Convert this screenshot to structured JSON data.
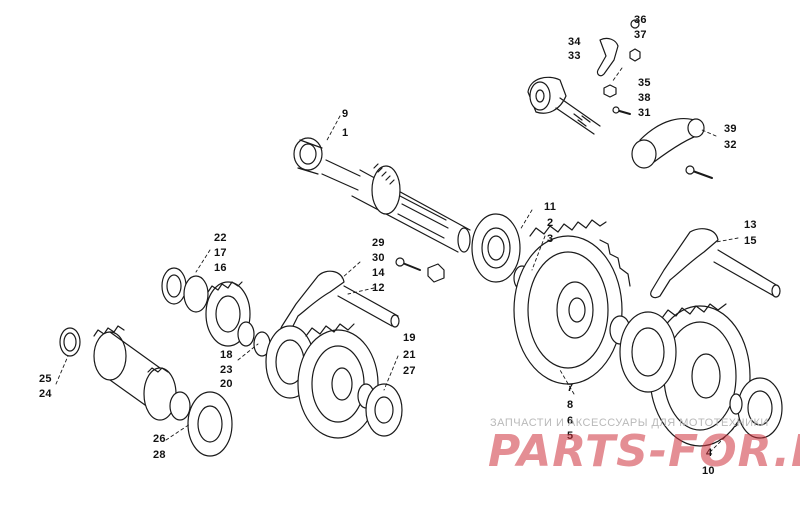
{
  "callouts": {
    "c36": "36",
    "c37": "37",
    "c34": "34",
    "c33": "33",
    "c35": "35",
    "c38": "38",
    "c31": "31",
    "c39": "39",
    "c32": "32",
    "c9": "9",
    "c1": "1",
    "c11": "11",
    "c2": "2",
    "c3": "3",
    "c13": "13",
    "c15": "15",
    "c29": "29",
    "c30": "30",
    "c14": "14",
    "c12": "12",
    "c22": "22",
    "c17": "17",
    "c16": "16",
    "c19": "19",
    "c21": "21",
    "c27": "27",
    "c18": "18",
    "c23": "23",
    "c20": "20",
    "c25": "25",
    "c24": "24",
    "c26": "26",
    "c28": "28",
    "c7": "7",
    "c8": "8",
    "c6": "6",
    "c5": "5",
    "c4": "4",
    "c10": "10"
  },
  "watermark": {
    "subtitle": "ЗАПЧАСТИ И АКСЕССУАРЫ ДЛЯ МОТОТЕХНИКИ",
    "logo": "PARTS-FOR.RU",
    "logo_color": "#cd323c"
  },
  "colors": {
    "line": "#1a1a1a",
    "background": "#ffffff"
  }
}
